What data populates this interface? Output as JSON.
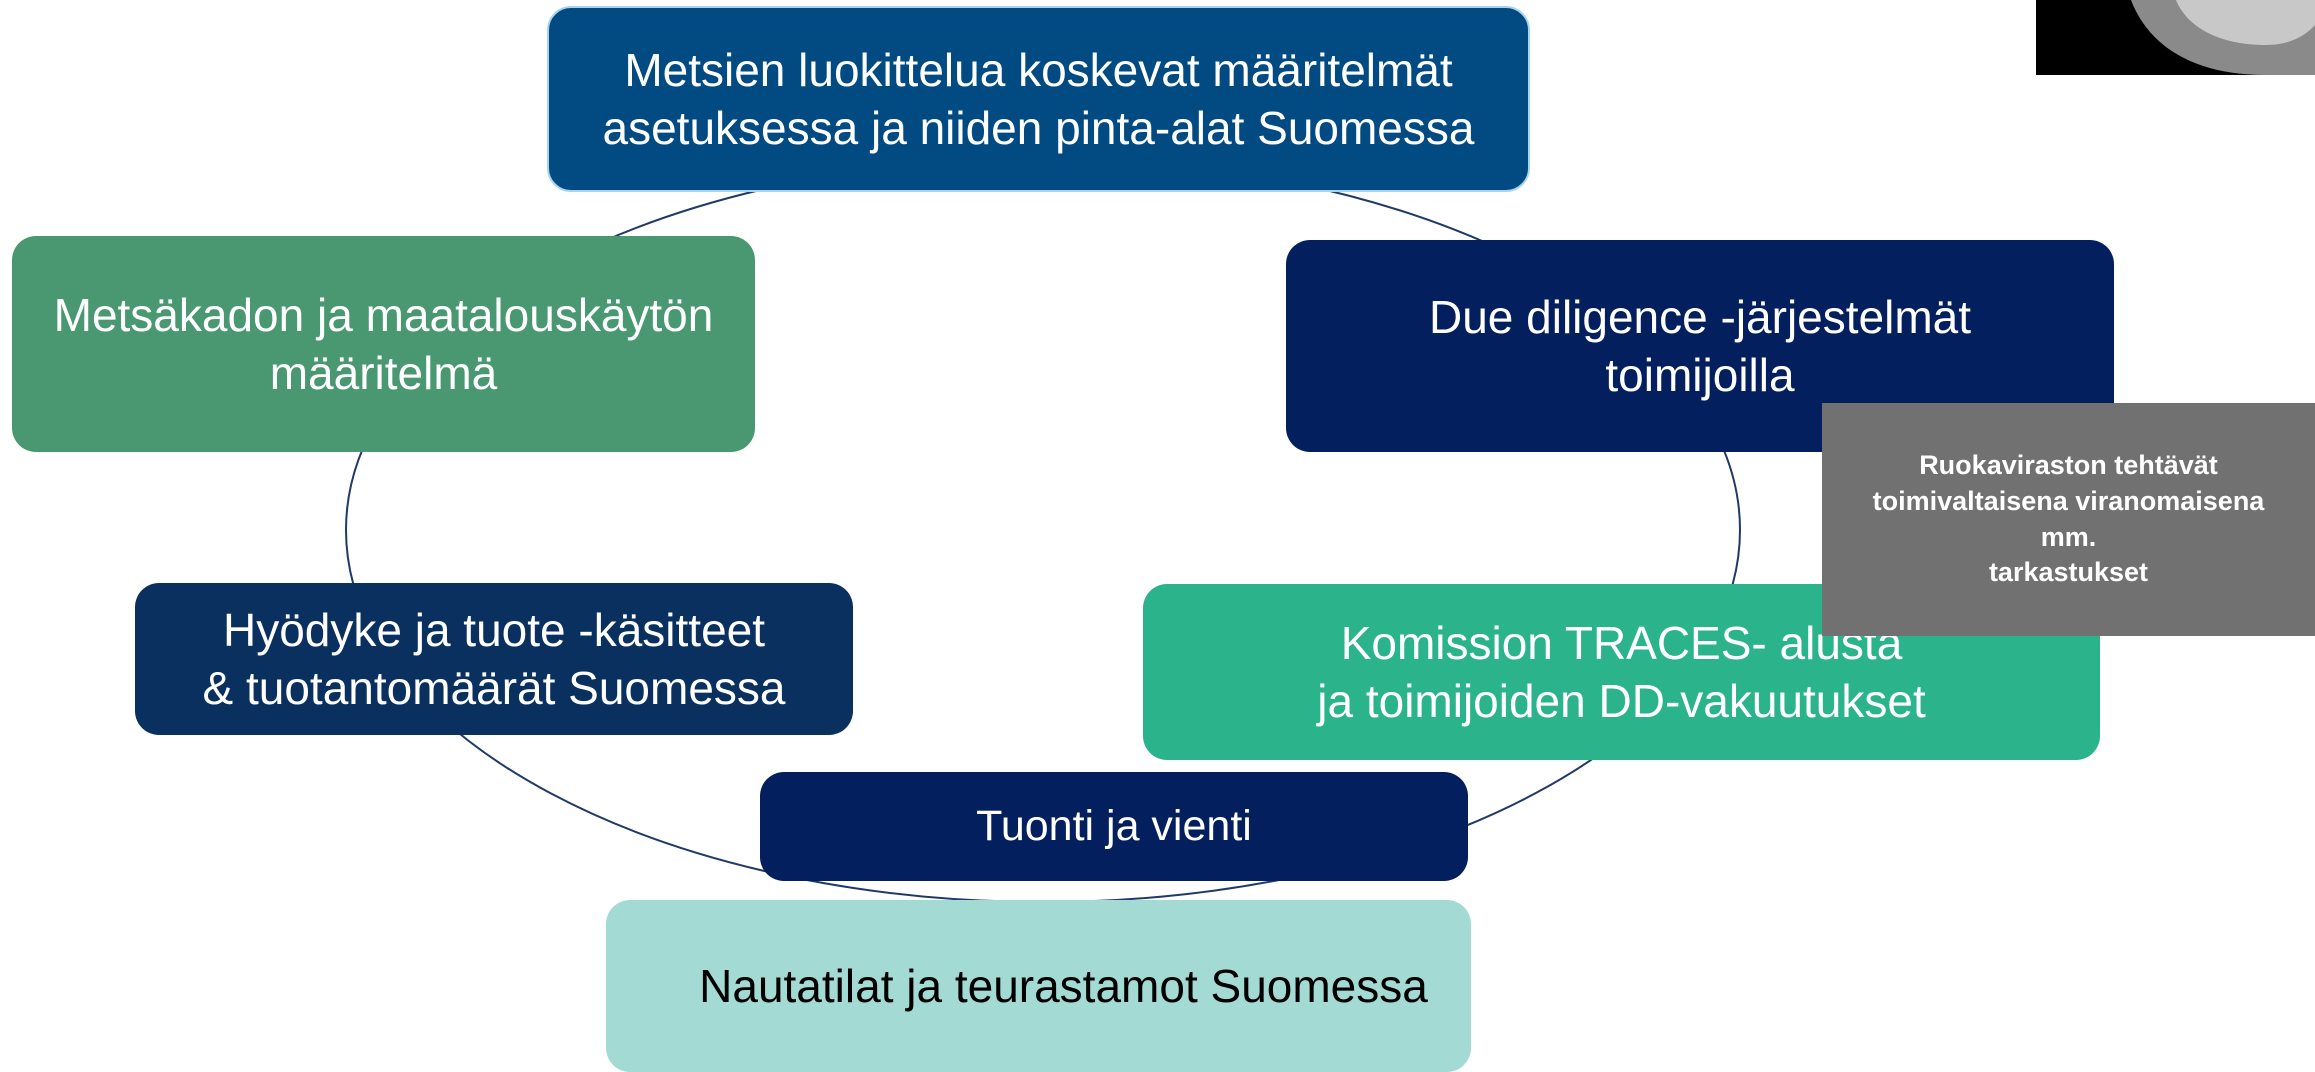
{
  "colors": {
    "background": "#ffffff",
    "connector": "#1f3a66",
    "dark_navy": "#031f5e",
    "mid_navy": "#0a3060",
    "blue": "#014a82",
    "green": "#4a9872",
    "teal": "#2bb38c",
    "light_teal": "#a3dbd4",
    "callout_gray": "#717171"
  },
  "diagram": {
    "nodes": [
      {
        "id": "n-top",
        "name": "node-forest-definitions",
        "text": "Metsien luokittelua koskevat määritelmät\nasetuksessa ja niiden pinta-alat Suomessa",
        "color": "#014a82",
        "text_color": "#ffffff"
      },
      {
        "id": "n-left",
        "name": "node-deforestation-definition",
        "text": "Metsäkadon ja maatalouskäytön\nmääritelmä",
        "color": "#4a9872",
        "text_color": "#ffffff"
      },
      {
        "id": "n-right",
        "name": "node-due-diligence",
        "text": "Due diligence -järjestelmät\ntoimijoilla",
        "color": "#031f5e",
        "text_color": "#ffffff"
      },
      {
        "id": "n-hyo",
        "name": "node-commodity-concepts",
        "text": "Hyödyke ja tuote -käsitteet\n& tuotantomäärät Suomessa",
        "color": "#0a3060",
        "text_color": "#ffffff"
      },
      {
        "id": "n-kom",
        "name": "node-traces-platform",
        "text": "Komission TRACES- alusta\nja toimijoiden DD-vakuutukset",
        "color": "#2bb38c",
        "text_color": "#ffffff"
      },
      {
        "id": "n-tuonti",
        "name": "node-import-export",
        "text": "Tuonti ja vienti",
        "color": "#031f5e",
        "text_color": "#ffffff"
      },
      {
        "id": "n-nauta",
        "name": "node-cattle-farms",
        "text": "Nautatilat ja teurastamot Suomessa",
        "color": "#a3dbd4",
        "text_color": "#000000"
      }
    ],
    "callout": {
      "text": "Ruokaviraston tehtävät\ntoimivaltaisena viranomaisena\nmm.\ntarkastukset",
      "color": "#717171"
    }
  }
}
